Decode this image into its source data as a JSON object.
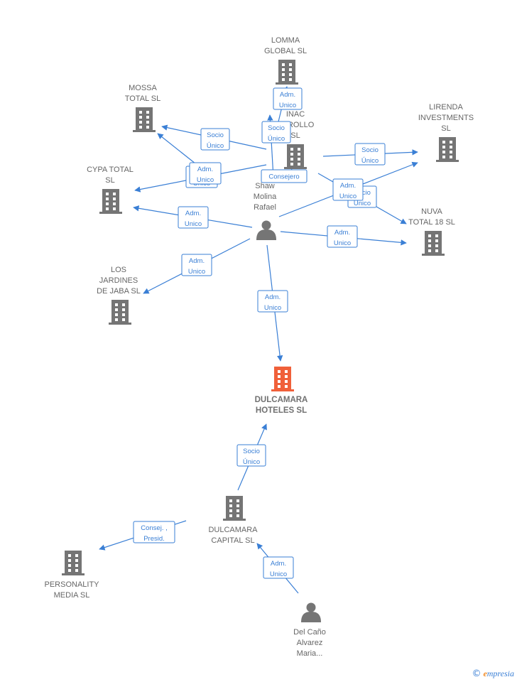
{
  "colors": {
    "edge": "#3a7fd5",
    "building": "#757575",
    "building_main": "#f0603a",
    "person": "#757575"
  },
  "nodes": [
    {
      "id": "lomma",
      "type": "company",
      "lines": [
        "LOMMA",
        "GLOBAL  SL"
      ]
    },
    {
      "id": "mossa",
      "type": "company",
      "lines": [
        "MOSSA",
        "TOTAL  SL"
      ]
    },
    {
      "id": "inac",
      "type": "company",
      "lines": [
        "INAC",
        "ARROLLO",
        "SL"
      ]
    },
    {
      "id": "lirenda",
      "type": "company",
      "lines": [
        "LIRENDA",
        "INVESTMENTS",
        "SL"
      ]
    },
    {
      "id": "cypa",
      "type": "company",
      "lines": [
        "CYPA TOTAL",
        "SL"
      ]
    },
    {
      "id": "shaw",
      "type": "person",
      "lines": [
        "Shaw",
        "Molina",
        "Rafael"
      ]
    },
    {
      "id": "nuva",
      "type": "company",
      "lines": [
        "NUVA",
        "TOTAL 18  SL"
      ]
    },
    {
      "id": "jardines",
      "type": "company",
      "lines": [
        "LOS",
        "JARDINES",
        "DE JABA  SL"
      ]
    },
    {
      "id": "dulcamara_hoteles",
      "type": "company",
      "main": true,
      "lines": [
        "DULCAMARA",
        "HOTELES  SL"
      ]
    },
    {
      "id": "dulcamara_capital",
      "type": "company",
      "lines": [
        "DULCAMARA",
        "CAPITAL  SL"
      ]
    },
    {
      "id": "personality",
      "type": "company",
      "lines": [
        "PERSONALITY",
        "MEDIA SL"
      ]
    },
    {
      "id": "delcano",
      "type": "person",
      "lines": [
        "Del Caño",
        "Alvarez",
        "Maria..."
      ]
    }
  ],
  "edges": [
    {
      "id": "e1",
      "lines": [
        "Socio",
        "Único"
      ]
    },
    {
      "id": "e2",
      "lines": [
        "Adm.",
        "Unico"
      ]
    },
    {
      "id": "e3",
      "lines": [
        "Socio",
        "Único"
      ]
    },
    {
      "id": "e4",
      "lines": [
        "Adm.",
        "Unico"
      ]
    },
    {
      "id": "e5",
      "lines": [
        "Adm.",
        "Unico"
      ]
    },
    {
      "id": "e6",
      "lines": [
        "Socio",
        "Único"
      ]
    },
    {
      "id": "e7",
      "lines": [
        "Consejero"
      ]
    },
    {
      "id": "e8",
      "lines": [
        "Socio",
        "Único"
      ]
    },
    {
      "id": "e9",
      "lines": [
        "Adm.",
        "Unico"
      ]
    },
    {
      "id": "e10",
      "lines": [
        "Adm.",
        "Unico"
      ]
    },
    {
      "id": "e11",
      "lines": [
        "Adm.",
        "Unico"
      ]
    },
    {
      "id": "e12",
      "lines": [
        "Adm.",
        "Unico"
      ]
    },
    {
      "id": "e13",
      "lines": [
        "Adm.",
        "Unico"
      ]
    },
    {
      "id": "e14",
      "lines": [
        "Socio",
        "Único"
      ]
    },
    {
      "id": "e15",
      "lines": [
        "Consej. ,",
        "Presid."
      ]
    },
    {
      "id": "e16",
      "lines": [
        "Adm.",
        "Unico"
      ]
    }
  ],
  "brand": {
    "copyright": "©",
    "name_first": "e",
    "name_rest": "mpresia"
  }
}
